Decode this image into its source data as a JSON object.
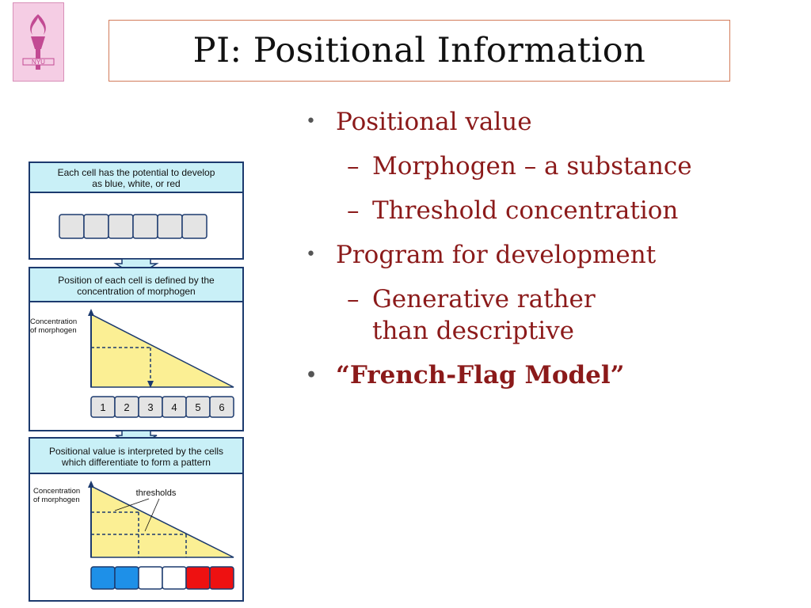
{
  "title": "PI: Positional Information",
  "bullets": [
    {
      "text": "Positional value",
      "subs": [
        "Morphogen – a substance",
        "Threshold concentration"
      ]
    },
    {
      "text": "Program for development",
      "subs": [
        "Generative rather than descriptive"
      ]
    },
    {
      "text": "“French-Flag Model”"
    }
  ],
  "logo": {
    "text": "NYU"
  },
  "diagram": {
    "panel1_header_line1": "Each cell has the potential to develop",
    "panel1_header_line2": "as blue, white, or red",
    "panel2_header_line1": "Position of each cell is defined by the",
    "panel2_header_line2": "concentration of morphogen",
    "panel3_header_line1": "Positional value is interpreted by the cells",
    "panel3_header_line2": "which differentiate to form a pattern",
    "axis_label_line1": "Concentration",
    "axis_label_line2": "of morphogen",
    "thresholds_label": "thresholds",
    "cell_numbers": [
      "1",
      "2",
      "3",
      "4",
      "5",
      "6"
    ],
    "flag_colors": [
      "#1e90e8",
      "#1e90e8",
      "#ffffff",
      "#ffffff",
      "#ee1111",
      "#ee1111"
    ]
  },
  "colors": {
    "header_fill": "#c9f0f7",
    "triangle_fill": "#fbef94",
    "panel_border": "#1c3a6e",
    "bullet_text": "#8b1a1a"
  }
}
